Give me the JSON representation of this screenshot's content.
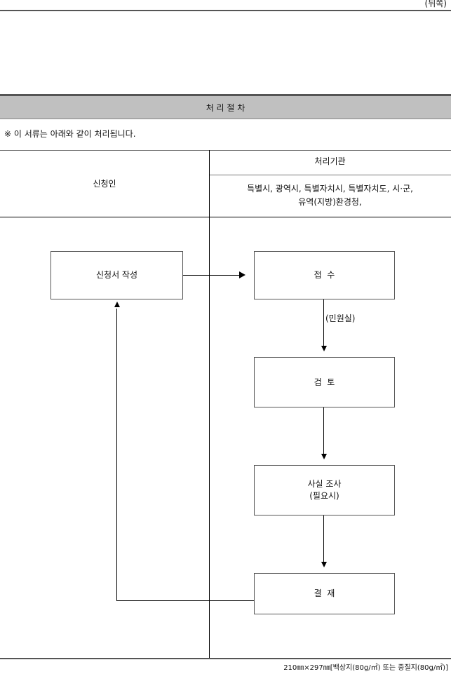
{
  "header": {
    "corner_label": "(뒤쪽)"
  },
  "section": {
    "title": "처 리 절 차"
  },
  "note": "※ 이 서류는 아래와 같이 처리됩니다.",
  "table": {
    "applicant_header": "신청인",
    "agency_header": "처리기관",
    "agency_line1": "특별시, 광역시, 특별자치시, 특별자치도, 시·군,",
    "agency_line2": "유역(지방)환경청,"
  },
  "flow": {
    "application": "신청서 작성",
    "receipt": "접  수",
    "receipt_note": "(민원실)",
    "review": "검  토",
    "investigation_line1": "사실 조사",
    "investigation_line2": "(필요시)",
    "decision": "결  재"
  },
  "footer": {
    "paper_spec": "210㎜×297㎜[백상지(80g/㎡) 또는 중질지(80g/㎡)]"
  }
}
